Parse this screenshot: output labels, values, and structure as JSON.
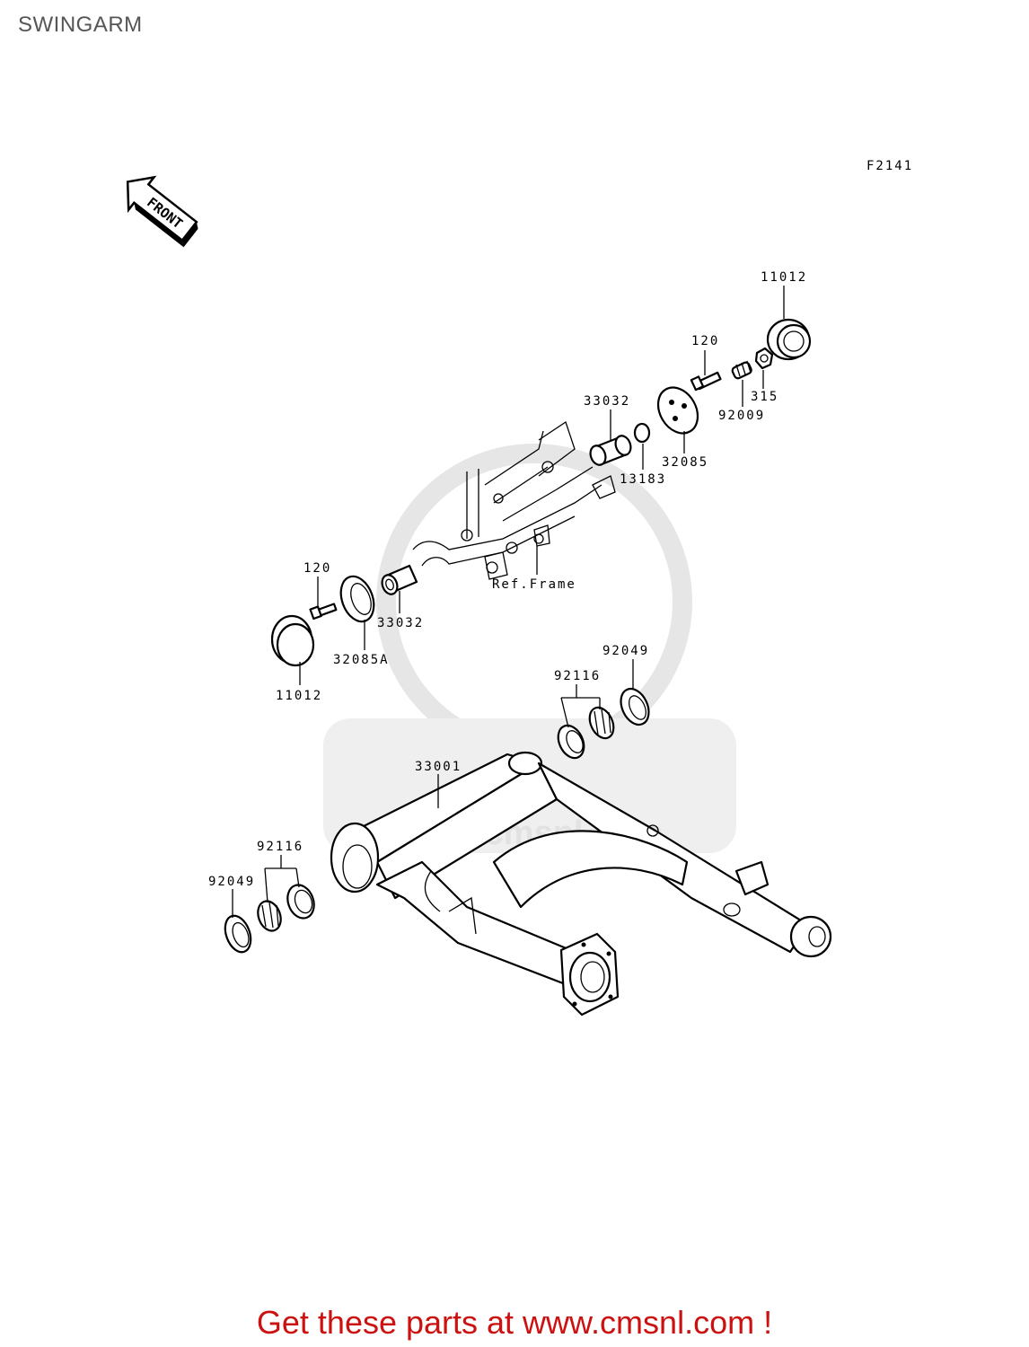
{
  "page": {
    "title": "SWINGARM"
  },
  "diagram": {
    "figure_code": "F2141",
    "front_arrow": "FRONT",
    "watermark": "www.cmsnl.com",
    "labels": {
      "p11012_top": "11012",
      "p120_top": "120",
      "p315": "315",
      "p92009": "92009",
      "p33032_top": "33032",
      "p32085": "32085",
      "p13183": "13183",
      "ref_frame": "Ref.Frame",
      "p120_left": "120",
      "p33032_left": "33032",
      "p32085A": "32085A",
      "p11012_left": "11012",
      "p92049_right": "92049",
      "p92116_right": "92116",
      "p33001": "33001",
      "p92116_left": "92116",
      "p92049_left": "92049"
    }
  },
  "footer": {
    "cta": "Get these parts at www.cmsnl.com !"
  }
}
